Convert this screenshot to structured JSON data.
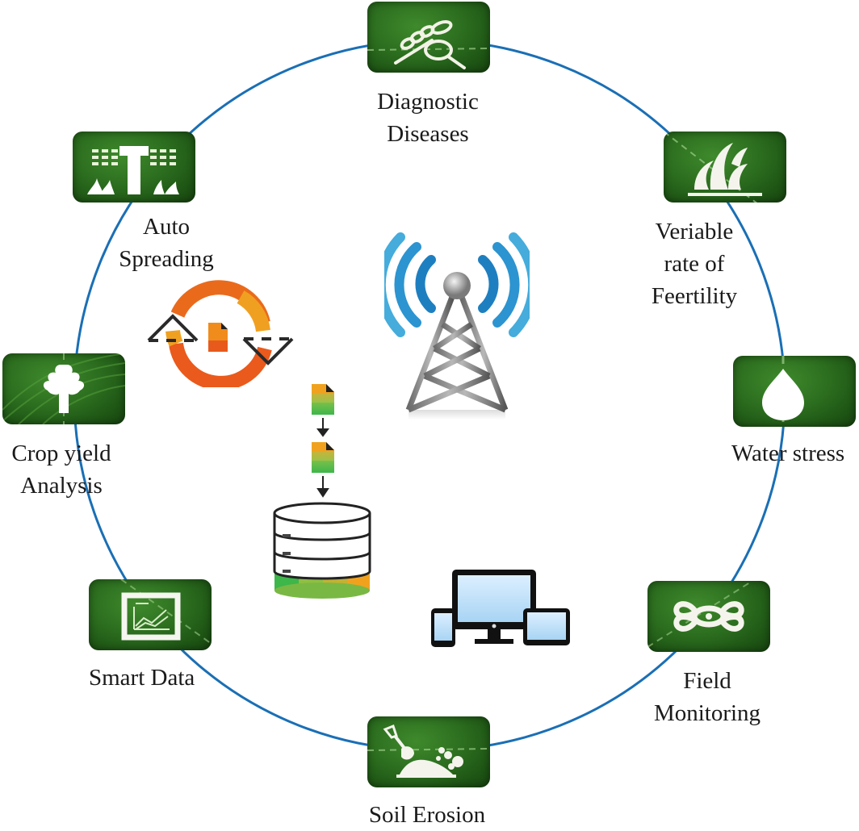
{
  "diagram": {
    "type": "circular-hub",
    "ring_color": "#1a6fb5",
    "tile_color": "#2c6e1f",
    "nodes": [
      {
        "id": "diagnostic-diseases",
        "label_lines": [
          "Diagnostic",
          "Diseases"
        ],
        "icon": "wheat-magnifier-icon"
      },
      {
        "id": "variable-rate-fertility",
        "label_lines": [
          "Veriable",
          "rate of",
          "Feertility"
        ],
        "icon": "grass-icon"
      },
      {
        "id": "water-stress",
        "label_lines": [
          "Water stress"
        ],
        "icon": "water-drop-icon"
      },
      {
        "id": "field-monitoring",
        "label_lines": [
          "Field",
          "Monitoring"
        ],
        "icon": "drone-icon"
      },
      {
        "id": "soil-erosion",
        "label_lines": [
          "Soil Erosion"
        ],
        "icon": "shovel-soil-icon"
      },
      {
        "id": "smart-data",
        "label_lines": [
          "Smart Data"
        ],
        "icon": "chart-tablet-icon"
      },
      {
        "id": "crop-yield-analysis",
        "label_lines": [
          "Crop yield",
          "Analysis"
        ],
        "icon": "leaf-icon"
      },
      {
        "id": "auto-spreading",
        "label_lines": [
          "Auto",
          "Spreading"
        ],
        "icon": "sprinkler-icon"
      }
    ],
    "center_icons": [
      {
        "id": "sync",
        "icon": "sync-document-icon"
      },
      {
        "id": "tower",
        "icon": "wireless-tower-icon"
      },
      {
        "id": "pipeline",
        "icon": "document-to-database-icon"
      },
      {
        "id": "devices",
        "icon": "multi-device-icon"
      }
    ]
  }
}
